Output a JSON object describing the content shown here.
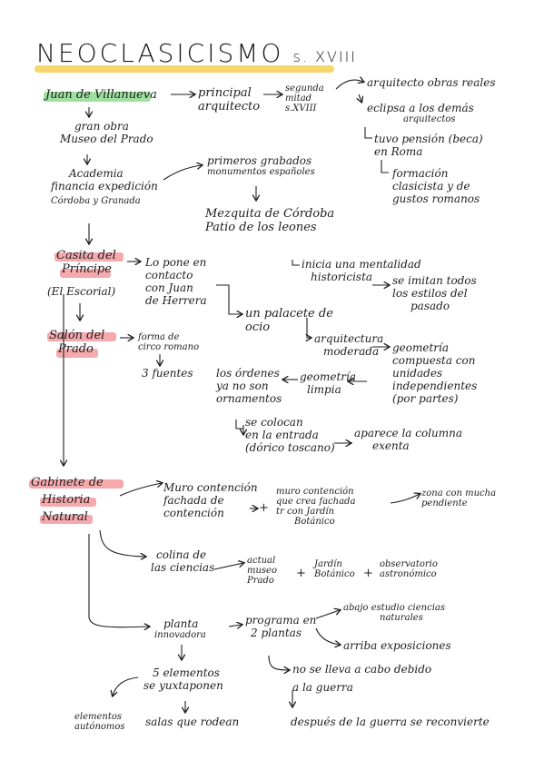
{
  "title": {
    "main": "NEOCLASICISMO",
    "century": "s. XVIII"
  },
  "colors": {
    "title_highlight": "#f4d66a",
    "name_highlight": "#9fe0a0",
    "section_highlight": "#f6a9ad",
    "ink": "#1e1e1e"
  },
  "nodes": {
    "villanueva": "Juan de Villanueva",
    "principal": [
      "principal",
      "arquitecto"
    ],
    "segunda": [
      "segunda",
      "mitad",
      "s.XVIII"
    ],
    "arquitecto_obras": "arquitecto obras reales",
    "eclipsa": [
      "eclipsa a los demás",
      "arquitectos"
    ],
    "tuvo_pension": [
      "tuvo pensión (beca)",
      "en Roma"
    ],
    "formacion": [
      "formación",
      "clasicista y de",
      "gustos romanos"
    ],
    "gran_obra": [
      "gran obra",
      "Museo del Prado"
    ],
    "academia": [
      "Academia",
      "financia expedición",
      "Córdoba y Granada"
    ],
    "grabados": [
      "primeros grabados",
      "monumentos españoles"
    ],
    "mezquita": [
      "Mezquita de Córdoba",
      "Patio de los leones"
    ],
    "casita": [
      "Casita del",
      "Príncipe"
    ],
    "escorial": "(El Escorial)",
    "contacto": [
      "Lo pone en",
      "contacto",
      "con Juan",
      "de Herrera"
    ],
    "inicia": [
      "inicia una mentalidad",
      "historicista"
    ],
    "imitan": [
      "se imitan todos",
      "los estilos del",
      "pasado"
    ],
    "palacete": [
      "un palacete de",
      "ocio"
    ],
    "arq_moderada": [
      "arquitectura",
      "moderada"
    ],
    "geometria_comp": [
      "geometría",
      "compuesta con",
      "unidades",
      "independientes",
      "(por partes)"
    ],
    "geometria_limpia": [
      "geometría",
      "limpia"
    ],
    "ordenes": [
      "los órdenes",
      "ya no son",
      "ornamentos"
    ],
    "salon": [
      "Salón del",
      "Prado"
    ],
    "forma_circo": [
      "forma de",
      "circo romano"
    ],
    "fuentes": "3 fuentes",
    "se_colocan": [
      "se colocan",
      "en la entrada",
      "(dórico toscano)"
    ],
    "columna_exenta": [
      "aparece la columna",
      "exenta"
    ],
    "gabinete": [
      "Gabinete de",
      "Historia",
      "Natural"
    ],
    "muro1": [
      "Muro contención",
      "fachada de",
      "contención"
    ],
    "muro2": [
      "muro contención",
      "que crea fachada",
      "tr con Jardín",
      "Botánico"
    ],
    "zona": [
      "zona con mucha",
      "pendiente"
    ],
    "colina": [
      "colina de",
      "las ciencias"
    ],
    "museo_actual": [
      "actual",
      "museo",
      "Prado"
    ],
    "jardin": [
      "Jardín",
      "Botánico"
    ],
    "observatorio": [
      "observatorio",
      "astronómico"
    ],
    "planta": [
      "planta",
      "innovadora"
    ],
    "programa": [
      "programa en",
      "2 plantas"
    ],
    "abajo": [
      "abajo estudio ciencias",
      "naturales"
    ],
    "arriba": "arriba exposiciones",
    "no_lleva": [
      "no se lleva a cabo debido",
      "a la guerra"
    ],
    "despues": "después de la guerra se reconvierte",
    "cinco": [
      "5 elementos",
      "se yuxtaponen"
    ],
    "salas": "salas que rodean",
    "elementos_aut": [
      "elementos",
      "autónomos"
    ]
  },
  "symbols": {
    "plus": "+"
  }
}
